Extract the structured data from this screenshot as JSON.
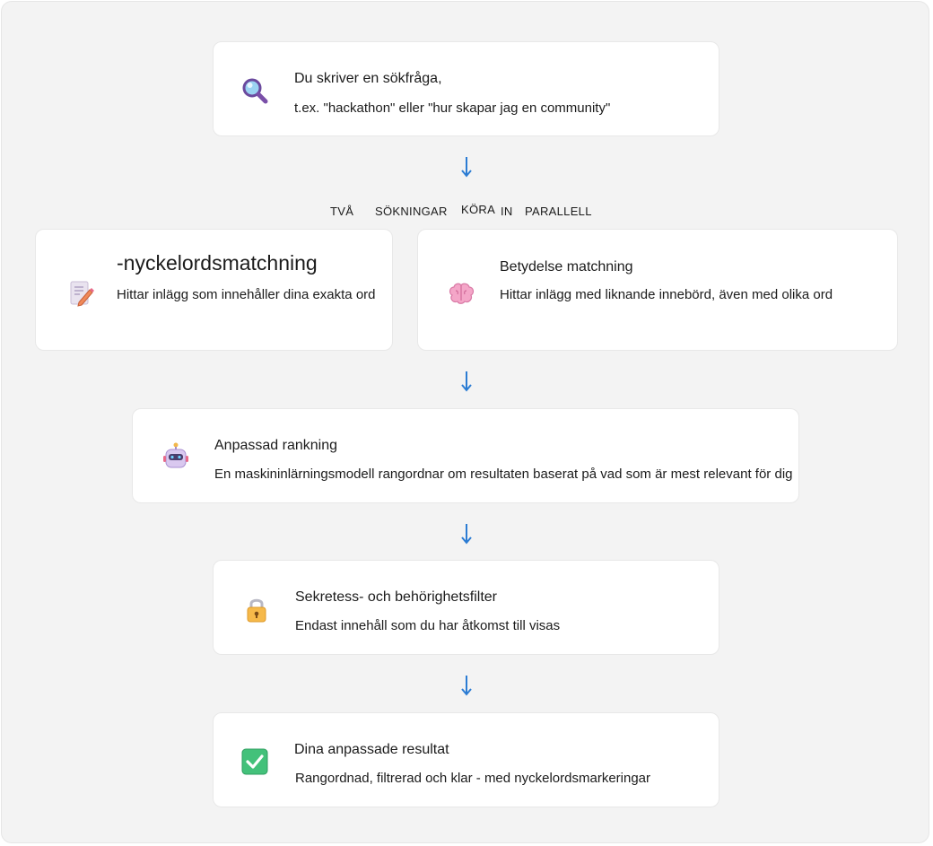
{
  "steps": {
    "query": {
      "icon": "magnifier-icon",
      "title": "Du skriver en sökfråga,",
      "desc": "t.ex. \"hackathon\" eller \"hur skapar jag en community\""
    },
    "parallel_label": {
      "words": [
        "TVÅ",
        "SÖKNINGAR",
        "KÖRA",
        "IN",
        "PARALLELL"
      ]
    },
    "keyword": {
      "icon": "memo-pencil-icon",
      "title": "-nyckelordsmatchning",
      "desc": "Hittar inlägg som innehåller dina exakta ord"
    },
    "semantic": {
      "icon": "brain-icon",
      "title": "Betydelse matchning",
      "desc": "Hittar inlägg med liknande innebörd, även med olika ord"
    },
    "ranking": {
      "icon": "robot-icon",
      "title": "Anpassad rankning",
      "desc": "En maskininlärningsmodell rangordnar om resultaten baserat på vad som är mest relevant för dig"
    },
    "privacy": {
      "icon": "lock-icon",
      "title": "Sekretess- och behörighetsfilter",
      "desc": "Endast innehåll som du har åtkomst till visas"
    },
    "results": {
      "icon": "check-box-icon",
      "title": "Dina anpassade resultat",
      "desc": "Rangordnad, filtrerad och klar - med nyckelordsmarkeringar"
    }
  },
  "colors": {
    "arrow": "#2b7cd3",
    "panel_bg": "#f3f3f3",
    "card_bg": "#ffffff"
  }
}
